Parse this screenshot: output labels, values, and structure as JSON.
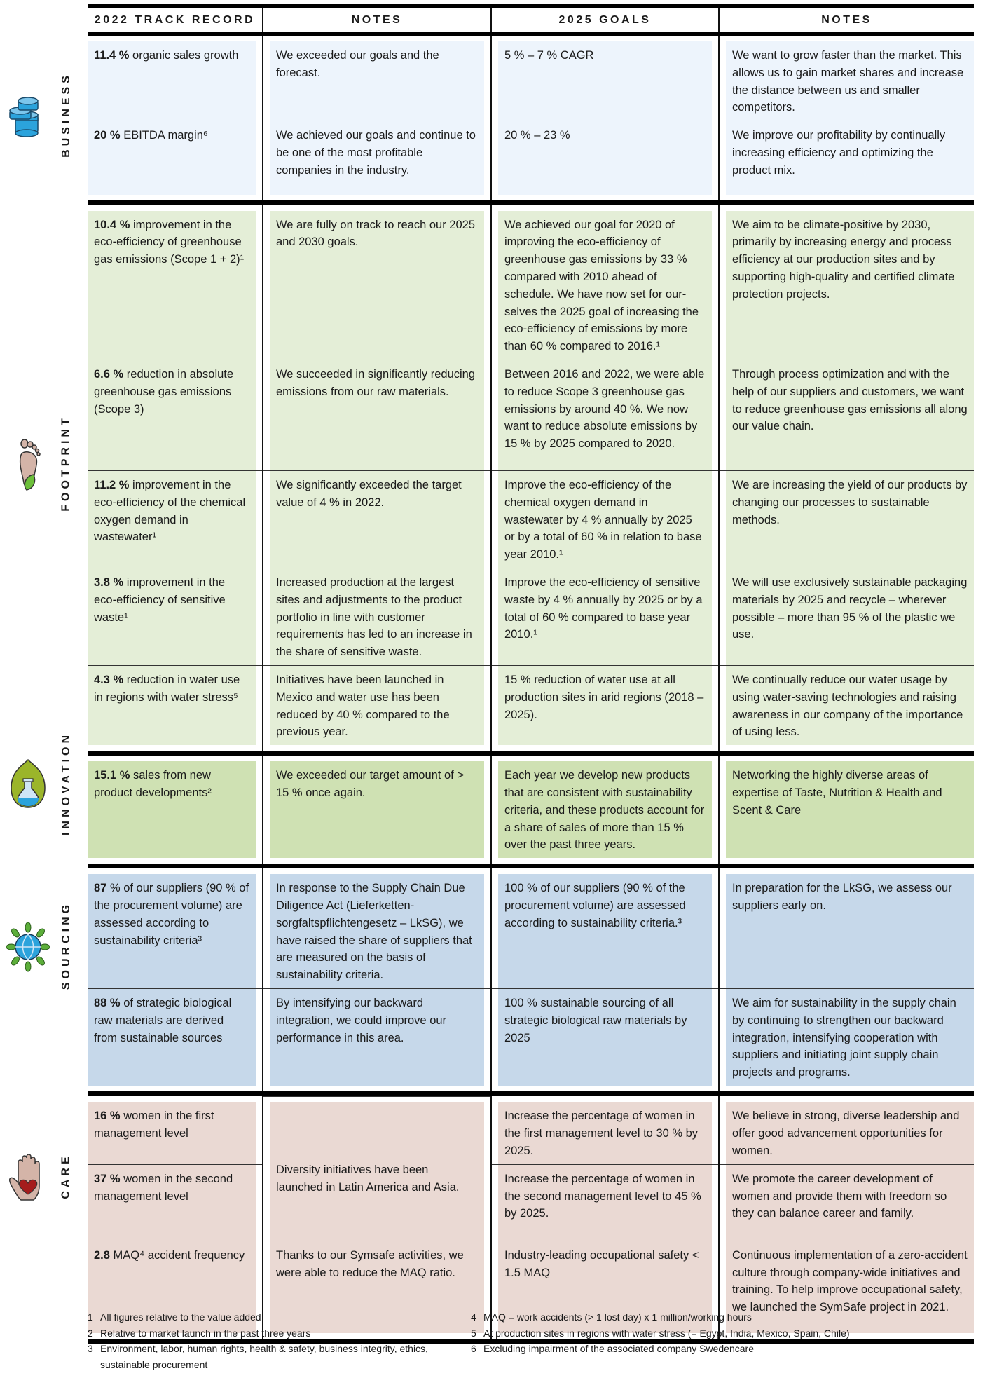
{
  "header": [
    "2022 TRACK RECORD",
    "NOTES",
    "2025 GOALS",
    "NOTES"
  ],
  "colors": {
    "business": "#edf4fc",
    "footprint": "#e4eed7",
    "innovation": "#cfe1b3",
    "sourcing": "#c6d8ea",
    "care": "#ead9d3"
  },
  "sections": [
    {
      "key": "business",
      "label": "BUSINESS",
      "icon": "coins-stack-icon",
      "rows": [
        {
          "track": {
            "b": "11.4 %",
            "t": " organic sales growth"
          },
          "notes": "We exceeded our goals and the forecast.",
          "goal": "5 % – 7 % CAGR",
          "goal_notes": "We want to grow faster than the market. This allows us to gain market shares and increase the distance between us and smaller competitors."
        },
        {
          "track": {
            "b": "20 %",
            "t": " EBITDA margin⁶"
          },
          "notes": "We achieved our goals and continue to be one of the most profitable companies in the industry.",
          "goal": "20 % – 23 %",
          "goal_notes": "We improve our profitability by continually increasing efficiency and optimizing the product mix."
        }
      ]
    },
    {
      "key": "footprint",
      "label": "FOOTPRINT",
      "icon": "footprint-leaf-icon",
      "rows": [
        {
          "track": {
            "b": "10.4 %",
            "t": " improvement in the eco-efficiency of greenhouse gas emissions (Scope 1 + 2)¹"
          },
          "notes": "We are fully on track to reach our 2025 and 2030 goals.",
          "goal": "We achieved our goal for 2020 of improving the eco-efficiency of greenhouse gas emissions by 33 % compared with 2010 ahead of schedule. We have now set for our­selves the 2025 goal of increasing the eco-efficiency of emissions by more than 60 % compared to 2016.¹",
          "goal_notes": "We aim to be climate-positive by 2030, primarily by increasing energy and process efficiency at our production sites and by supporting high-quality and certified climate protection projects."
        },
        {
          "track": {
            "b": "6.6 %",
            "t": " reduction in absolute greenhouse gas emissions (Scope 3)"
          },
          "notes": "We succeeded in significantly reducing emissions from our raw materials.",
          "goal": "Between 2016 and 2022, we were able to reduce Scope 3 greenhouse gas emissions by around 40 %. We now want to reduce absolute emissions by 15 % by 2025 compared to 2020.",
          "goal_notes": "Through process optimization and with the help of our suppliers and customers, we want to reduce greenhouse gas emissions all along our value chain."
        },
        {
          "track": {
            "b": "11.2 %",
            "t": " improvement in the eco-efficiency of the chemical oxygen demand in wastewater¹"
          },
          "notes": "We significantly exceeded the target value of 4 % in 2022.",
          "goal": "Improve the eco-efficiency of the chemical oxygen demand in wastewater by 4 % annually by 2025 or by a total of 60 % in relation to base year 2010.¹",
          "goal_notes": "We are increasing the yield of our products by changing our processes to sustainable methods."
        },
        {
          "track": {
            "b": "3.8 %",
            "t": " improvement in the eco-efficiency of sensitive waste¹"
          },
          "notes": "Increased production at the largest sites and adjustments to the prod­uct portfolio in line with customer requirements has led to an increase in the share of sensitive waste.",
          "goal": "Improve the eco-efficiency of sensitive waste by 4 % annually by 2025 or by a total of 60 % compared to base year 2010.¹",
          "goal_notes": "We will use exclusively sustainable packaging materials by 2025 and recycle – wherever possible – more than 95 % of the plastic we use."
        },
        {
          "track": {
            "b": "4.3 %",
            "t": " reduction in water use in regions with water stress⁵"
          },
          "notes": "Initiatives have been launched in Mexico and water use has been reduced by 40 % compared to the previous year.",
          "goal": "15 % reduction of water use at all production sites in arid regions (2018 – 2025).",
          "goal_notes": "We continually reduce our water usage by using water-saving technologies and raising awareness in our company of the importance of using less."
        }
      ]
    },
    {
      "key": "innovation",
      "label": "INNOVATION",
      "icon": "leaf-flask-icon",
      "rows": [
        {
          "track": {
            "b": "15.1 %",
            "t": " sales from new product developments²"
          },
          "notes": "We exceeded our target amount of > 15 % once again.",
          "goal": "Each year we develop new products that are consistent with sustain­ability criteria, and these products account for a share of sales of more than 15 % over the past three years.",
          "goal_notes": "Networking the highly diverse areas of expertise of Taste, Nutrition & Health and Scent & Care"
        }
      ]
    },
    {
      "key": "sourcing",
      "label": "SOURCING",
      "icon": "globe-leaves-icon",
      "rows": [
        {
          "track": {
            "b": "87",
            "t": " % of our suppliers (90 % of the procurement volume) are assessed according to sustainability criteria³"
          },
          "notes": "In response to the Supply Chain Due Diligence Act (Lieferketten­sorgfaltspflichtengesetz – LkSG), we have raised the share of suppliers that are measured on the basis of sustainability criteria.",
          "goal": "100 % of our suppliers (90 % of the procurement volume) are assessed according to sustainability criteria.³",
          "goal_notes": "In preparation for the LkSG, we assess our suppliers early on."
        },
        {
          "track": {
            "b": "88 %",
            "t": " of strategic biological raw materials are derived from sustainable sources"
          },
          "notes": "By intensifying our backward integration, we could improve our performance in this area.",
          "goal": "100 % sustainable sourcing of all strategic biological raw materials by 2025",
          "goal_notes": "We aim for sustainability in the supply chain by continuing to strengthen our backward integration, intensifying cooperation with suppliers and initiating joint supply chain projects and programs."
        }
      ]
    },
    {
      "key": "care",
      "label": "CARE",
      "icon": "hand-heart-icon",
      "rows": [
        {
          "track": {
            "b": "16 %",
            "t": " women in the first management level"
          },
          "notes": "Diversity initiatives have been launched in Latin America and Asia.",
          "goal": "Increase the percentage of women in the first management level to 30 % by 2025.",
          "goal_notes": "We believe in strong, diverse leadership and offer good advancement opportunities for women."
        },
        {
          "track": {
            "b": "37 %",
            "t": " women in the second management level"
          },
          "goal": "Increase the percentage of women in the second management level to 45 % by 2025.",
          "goal_notes": "We promote the career development of women and provide them with freedom so they can balance career and family."
        },
        {
          "track": {
            "b": "2.8",
            "t": " MAQ⁴ accident frequency"
          },
          "notes": "Thanks to our Symsafe activities, we were able to reduce the MAQ ratio.",
          "goal": "Industry-leading occupational safety < 1.5 MAQ",
          "goal_notes": "Continuous implementation of a zero-accident culture through company-wide initiatives and training. To help improve occupational safety, we launched the SymSafe project in 2021."
        }
      ]
    }
  ],
  "footnotes": [
    {
      "n": "1",
      "t": "All figures relative to the value added"
    },
    {
      "n": "2",
      "t": "Relative to market launch in the past three years"
    },
    {
      "n": "3",
      "t": "Environment, labor, human rights, health & safety, business integrity, ethics, sustainable procurement"
    },
    {
      "n": "4",
      "t": "MAQ = work accidents (> 1 lost day) x 1 million/working hours"
    },
    {
      "n": "5",
      "t": "At production sites in regions with water stress (= Egypt, India, Mexico, Spain, Chile)"
    },
    {
      "n": "6",
      "t": "Excluding impairment of the associated company Swedencare"
    }
  ]
}
